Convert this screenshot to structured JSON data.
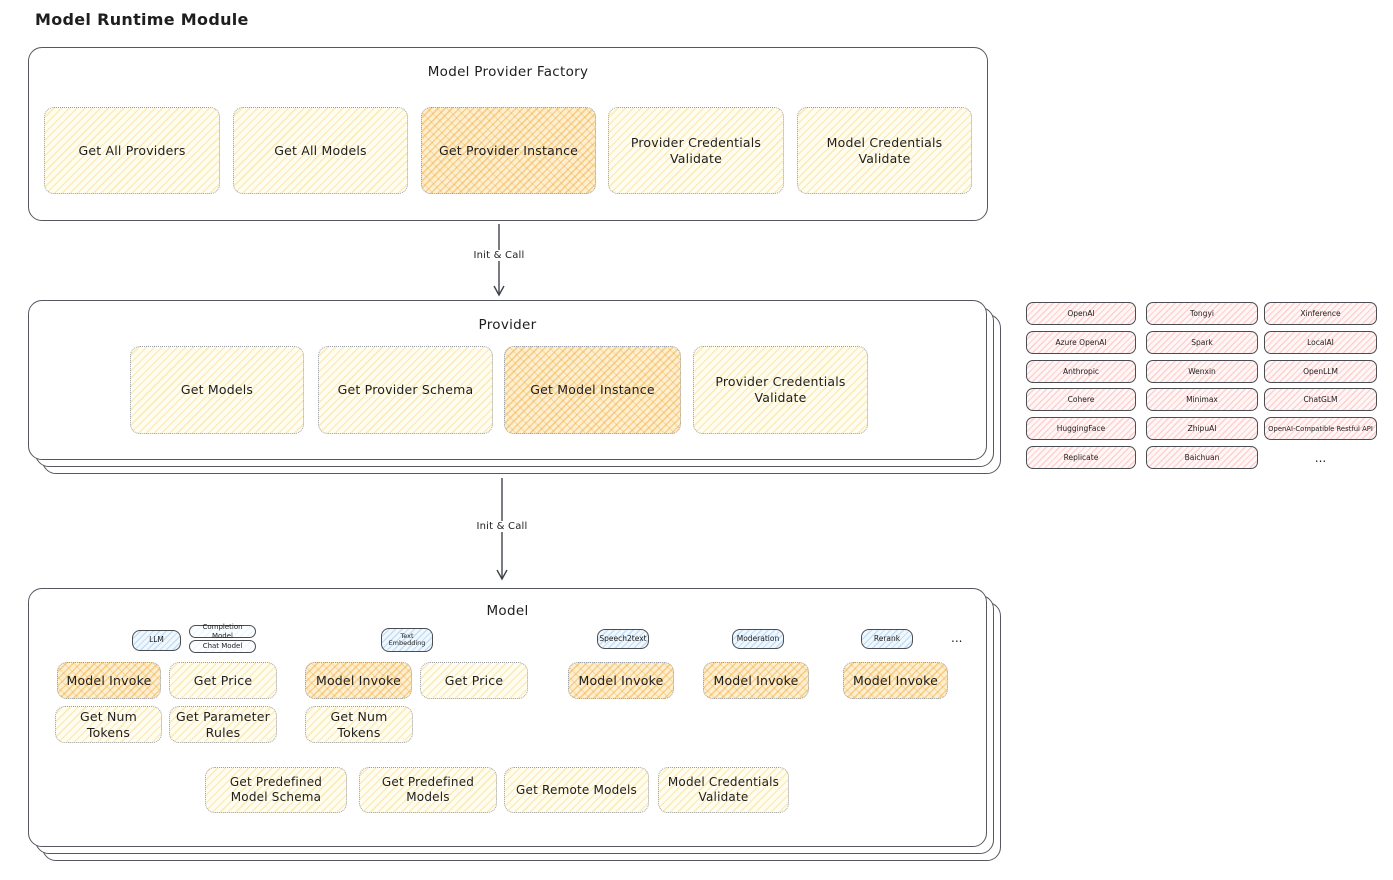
{
  "title": "Model Runtime Module",
  "colors": {
    "yellow_fill": "#ffec99",
    "orange_fill": "#ffc078",
    "pink_fill": "#ffc9c9",
    "blue_fill": "#a5d8ff",
    "panel_border": "#55585e",
    "ink": "#1e1e1e"
  },
  "arrows": [
    {
      "label": "Init & Call"
    },
    {
      "label": "Init & Call"
    }
  ],
  "factory": {
    "title": "Model Provider Factory",
    "boxes": [
      {
        "label": "Get All Providers",
        "highlighted": false
      },
      {
        "label": "Get All Models",
        "highlighted": false
      },
      {
        "label": "Get Provider Instance",
        "highlighted": true
      },
      {
        "label": "Provider Credentials Validate",
        "highlighted": false
      },
      {
        "label": "Model Credentials Validate",
        "highlighted": false
      }
    ]
  },
  "provider": {
    "title": "Provider",
    "boxes": [
      {
        "label": "Get Models",
        "highlighted": false
      },
      {
        "label": "Get Provider Schema",
        "highlighted": false
      },
      {
        "label": "Get Model Instance",
        "highlighted": true
      },
      {
        "label": "Provider Credentials Validate",
        "highlighted": false
      }
    ]
  },
  "vendors": {
    "items": [
      "OpenAI",
      "Tongyi",
      "Xinference",
      "Azure OpenAI",
      "Spark",
      "LocalAI",
      "Anthropic",
      "Wenxin",
      "OpenLLM",
      "Cohere",
      "Minimax",
      "ChatGLM",
      "HuggingFace",
      "ZhipuAI",
      "OpenAI-Compatible Restful API",
      "Replicate",
      "Baichuan"
    ],
    "more": "..."
  },
  "model": {
    "title": "Model",
    "tags": [
      {
        "label": "LLM",
        "style": "blue"
      },
      {
        "label": "Completion Model",
        "style": "plain"
      },
      {
        "label": "Chat Model",
        "style": "plain"
      },
      {
        "label": "Text Embedding",
        "style": "blue"
      },
      {
        "label": "Speech2text",
        "style": "blue"
      },
      {
        "label": "Moderation",
        "style": "blue"
      },
      {
        "label": "Rerank",
        "style": "blue"
      }
    ],
    "tags_more": "...",
    "functions": [
      {
        "label": "Model Invoke",
        "highlighted": true
      },
      {
        "label": "Get Price",
        "highlighted": false
      },
      {
        "label": "Model Invoke",
        "highlighted": true
      },
      {
        "label": "Get Price",
        "highlighted": false
      },
      {
        "label": "Model Invoke",
        "highlighted": true
      },
      {
        "label": "Model Invoke",
        "highlighted": true
      },
      {
        "label": "Model Invoke",
        "highlighted": true
      },
      {
        "label": "Get Num Tokens",
        "highlighted": false
      },
      {
        "label": "Get Parameter Rules",
        "highlighted": false
      },
      {
        "label": "Get Num Tokens",
        "highlighted": false
      }
    ],
    "bottom_functions": [
      {
        "label": "Get Predefined Model Schema"
      },
      {
        "label": "Get Predefined Models"
      },
      {
        "label": "Get Remote Models"
      },
      {
        "label": "Model Credentials Validate"
      }
    ]
  }
}
